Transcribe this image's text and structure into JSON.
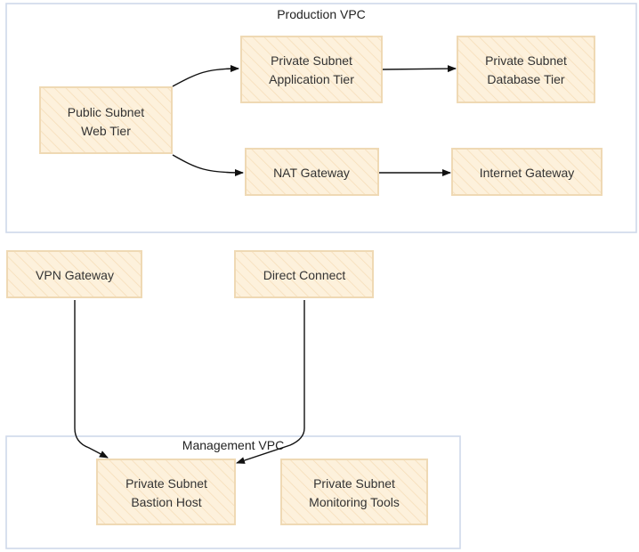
{
  "diagram": {
    "groups": {
      "production": {
        "label": "Production VPC"
      },
      "management": {
        "label": "Management VPC"
      }
    },
    "nodes": {
      "web": {
        "lines": [
          "Public Subnet",
          "Web Tier"
        ]
      },
      "app": {
        "lines": [
          "Private Subnet",
          "Application Tier"
        ]
      },
      "db": {
        "lines": [
          "Private Subnet",
          "Database Tier"
        ]
      },
      "nat": {
        "lines": [
          "NAT Gateway"
        ]
      },
      "igw": {
        "lines": [
          "Internet Gateway"
        ]
      },
      "vpn": {
        "lines": [
          "VPN Gateway"
        ]
      },
      "dc": {
        "lines": [
          "Direct Connect"
        ]
      },
      "bastion": {
        "lines": [
          "Private Subnet",
          "Bastion Host"
        ]
      },
      "monitor": {
        "lines": [
          "Private Subnet",
          "Monitoring Tools"
        ]
      }
    },
    "edges": [
      {
        "from": "web",
        "to": "app"
      },
      {
        "from": "web",
        "to": "nat"
      },
      {
        "from": "app",
        "to": "db"
      },
      {
        "from": "nat",
        "to": "igw"
      },
      {
        "from": "vpn",
        "to": "bastion"
      },
      {
        "from": "dc",
        "to": "bastion"
      }
    ],
    "colors": {
      "node_fill": "#fdf1dc",
      "node_stroke": "#efd9b4",
      "hatch": "#f6deba",
      "group_stroke": "#cfd9ea",
      "edge": "#111111",
      "text": "#333333"
    }
  }
}
